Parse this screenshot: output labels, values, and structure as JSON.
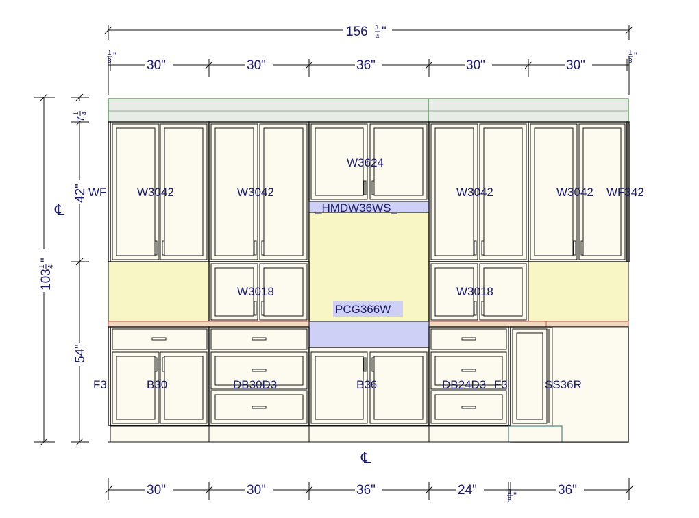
{
  "dimensions": {
    "overall_width": "156",
    "overall_width_frac": [
      "1",
      "4"
    ],
    "top_gap_left": "1",
    "top_gap_right": "1",
    "top_widths": [
      "30\"",
      "30\"",
      "36\"",
      "30\"",
      "30\""
    ],
    "bottom_widths": [
      "30\"",
      "30\"",
      "36\"",
      "24\"",
      "36\""
    ],
    "bottom_gap": "1",
    "crown_height": "7",
    "crown_height_frac": [
      "1",
      "4"
    ],
    "upper_height": "42\"",
    "base_height": "54\"",
    "overall_height": "103",
    "overall_height_frac": [
      "1",
      "4"
    ],
    "frac_denom_8": "8",
    "inch_mark": "\""
  },
  "labels": {
    "wf_left": "WF",
    "w3042_1": "W3042",
    "w3042_2": "W3042",
    "w3624": "W3624",
    "hood": "_HMDW36WS_",
    "w3042_3": "W3042",
    "w3042_4": "W3042",
    "wf342": "WF342",
    "w3018_1": "W3018",
    "w3018_2": "W3018",
    "pcg": "PCG366W",
    "f3_left": "F3",
    "b30": "B30",
    "db30d3": "DB30D3",
    "b36": "B36",
    "db24d3": "DB24D3",
    "f3_right": "F3",
    "ss36r": "SS36R"
  },
  "centerline_symbol": "℄",
  "colors": {
    "ink": "#1a1a6e",
    "crown": "#e8ece6",
    "yellow_panel": "#f8f6c4",
    "hood": "#cfd0f5",
    "door": "#fdfbf0",
    "counter": "#c0504d"
  }
}
